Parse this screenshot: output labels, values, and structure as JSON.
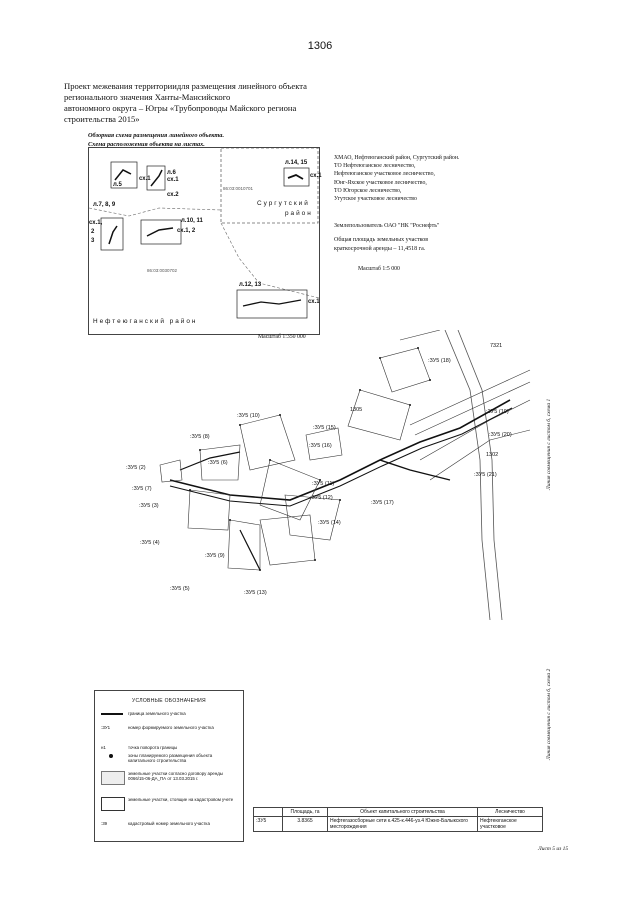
{
  "page_number": "1306",
  "title_lines": [
    "Проект межевания территориидля размещения линейного объекта",
    "регионального значения Ханты-Мансийского",
    "автономного округа – Югры «Трубопроводы Майского региона",
    "строительства 2015»"
  ],
  "subheadings": [
    "Обзорная схема размещения линейного объекта.",
    "Схема расположения объекта на листах."
  ],
  "overview": {
    "labels": {
      "l5": "л.5",
      "l5_sx": "сх.1",
      "l6": "л.6",
      "l6_sx": "сх.1",
      "l6_sx2": "сх.2",
      "l14": "л.14, 15",
      "l14_sx": "сх.1",
      "l7": "л.7, 8, 9",
      "l7_sx": "сх.1,",
      "l7_23a": "2",
      "l7_23b": "3",
      "l10": "л.10, 11",
      "l10_sx": "сх.1, 2",
      "l12": "л.12, 13",
      "l12_sx": "сх.1"
    },
    "cadastre_1": "86:03:0010701",
    "cadastre_2": "86:03:0030702",
    "surgut": "Сургутский",
    "surgut2": "район",
    "nefteyugansk": "Нефтеюганский район"
  },
  "overview_scale": "Масштаб 1:350 000",
  "info_lines": [
    "ХМАО, Нефтеюганский район, Сургутский район.",
    "ТО Нефтеюганское лесничество,",
    "Нефтеюганское участковое лесничество,",
    "Юнг-Яхское участковое лесничество,",
    "ТО Югорское лесничество,",
    "Угутское участковое лесничество"
  ],
  "land_user": "Землепользователь   ОАО \"НК \"Роснефть\"",
  "area_lines": [
    "Общая площадь земельных участков",
    "краткосрочной аренды – 11,4518 га."
  ],
  "map_scale": "Масштаб 1:5 000",
  "map_labels": {
    "zu18": ":ЗУ5 (18)",
    "zu19": ":ЗУ5 (19)",
    "zu20": ":ЗУ5 (20)",
    "zu21": ":ЗУ5 (21)",
    "zu10": ":ЗУ5 (10)",
    "zu15": ":ЗУ5 (15)",
    "zu16": ":ЗУ5 (16)",
    "zu17": ":ЗУ5 (17)",
    "zu8": ":ЗУ5 (8)",
    "zu6": ":ЗУ5 (6)",
    "zu2": ":ЗУ5 (2)",
    "zu7": ":ЗУ5 (7)",
    "zu3": ":ЗУ5 (3)",
    "zu11": ":ЗУ5 (11)",
    "zu12": ":ЗУ5 (12)",
    "zu14": ":ЗУ5 (14)",
    "zu4": ":ЗУ5 (4)",
    "zu9": ":ЗУ5 (9)",
    "zu5": ":ЗУ5 (5)",
    "zu13": ":ЗУ5 (13)",
    "road": "7321",
    "plot1305": "1305",
    "plot1302": "1302"
  },
  "side_labels": [
    "Линия совмещения с листом 6, схема 1",
    "Линия совмещения с листом 6, схема 2"
  ],
  "legend": {
    "title": "УСЛОВНЫЕ ОБОЗНАЧЕНИЯ",
    "items": [
      {
        "symbol": "",
        "text": "граница земельного участка"
      },
      {
        "symbol": ":ЗУ1",
        "text": "номер формируемого земельного участка"
      },
      {
        "symbol": "н1",
        "text": "точка поворота границы"
      },
      {
        "symbol": "",
        "text": "зоны планируемого размещения объекта капитального строительства"
      },
      {
        "symbol": "",
        "text": "земельные участки согласно договору аренды 0066/15-06-ДА_ПА от 13.03.2015 г."
      },
      {
        "symbol": "",
        "text": "земельные участки, стоящие на кадастровом учете"
      },
      {
        "symbol": ":39",
        "text": "кадастровый номер земельного участка"
      }
    ]
  },
  "table": {
    "headers": [
      "",
      "Площадь, га",
      "Объект капитального строительства",
      "Лесничество"
    ],
    "rows": [
      [
        ":ЗУ5",
        "3.8365",
        "Нефтегазосборные сети к.425-к.446-уз.4 Южно-Балыкского месторождения",
        "Нефтеюганское участковое"
      ]
    ]
  },
  "footer": "Лист 5 из 15"
}
